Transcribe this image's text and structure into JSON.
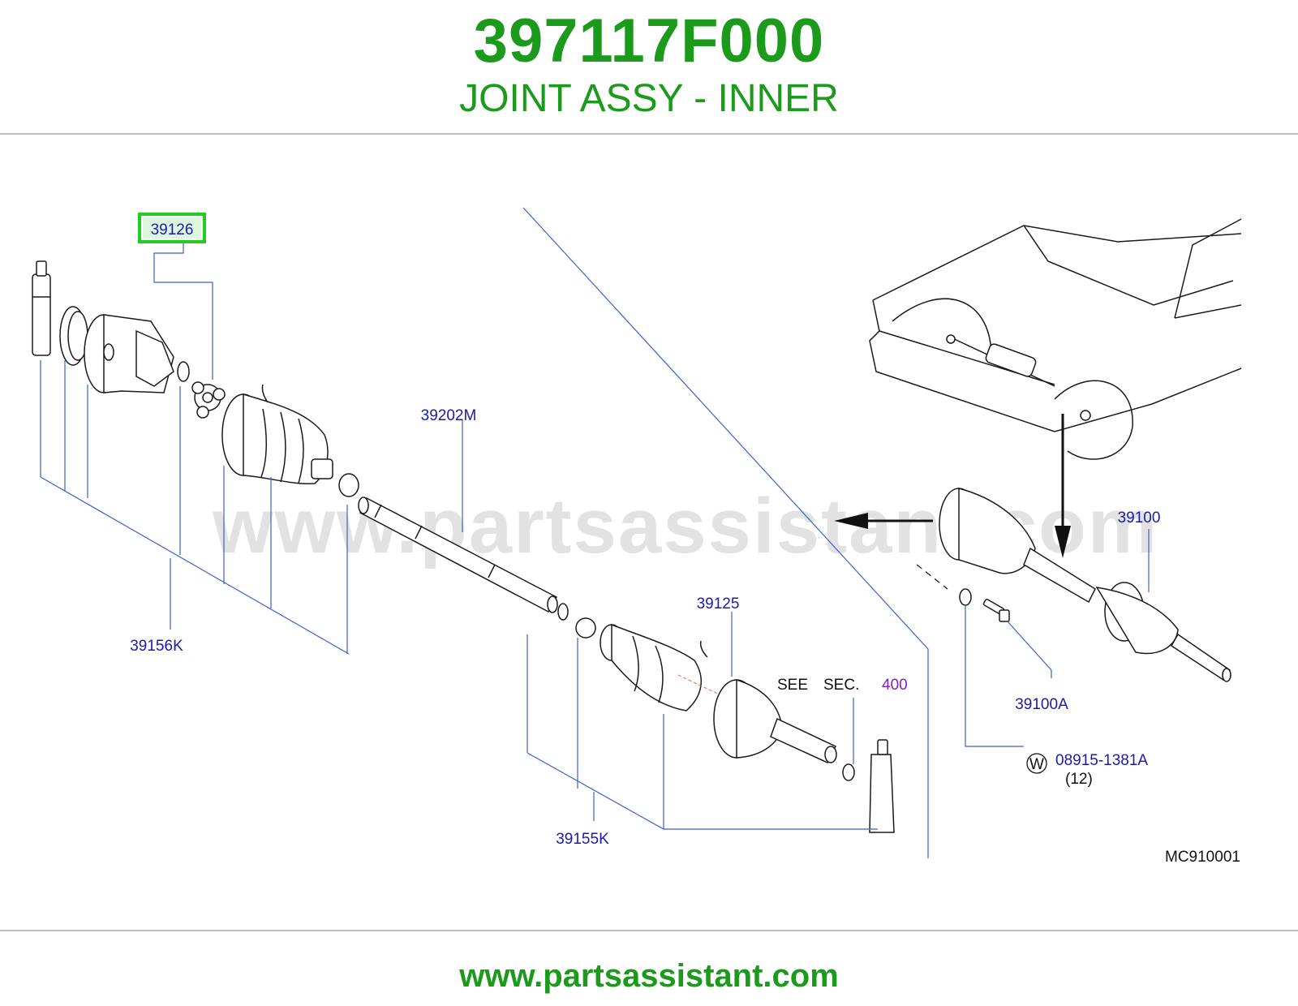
{
  "header": {
    "part_number": "397117F000",
    "part_name": "JOINT ASSY - INNER"
  },
  "diagram": {
    "callouts": {
      "c39126": "39126",
      "c39202M": "39202M",
      "c39156K": "39156K",
      "c39125": "39125",
      "c39155K": "39155K",
      "c39100": "39100",
      "c39100A": "39100A",
      "c08915": "08915-1381A",
      "qty": "(12)",
      "w_symbol": "W"
    },
    "see_section": {
      "see": "SEE",
      "sec": "SEC.",
      "number": "400"
    },
    "diagram_code": "MC910001",
    "highlighted_callout": "39126",
    "highlight_color": "#22cc22",
    "callout_color": "#1a1ab0",
    "link_color": "#7a22c8",
    "leader_color": "#3a62c9"
  },
  "watermark": "www.partsassistant.com",
  "footer": {
    "url": "www.partsassistant.com"
  },
  "colors": {
    "brand_green": "#1c9a1c",
    "rule_gray": "#bdbdbd"
  }
}
